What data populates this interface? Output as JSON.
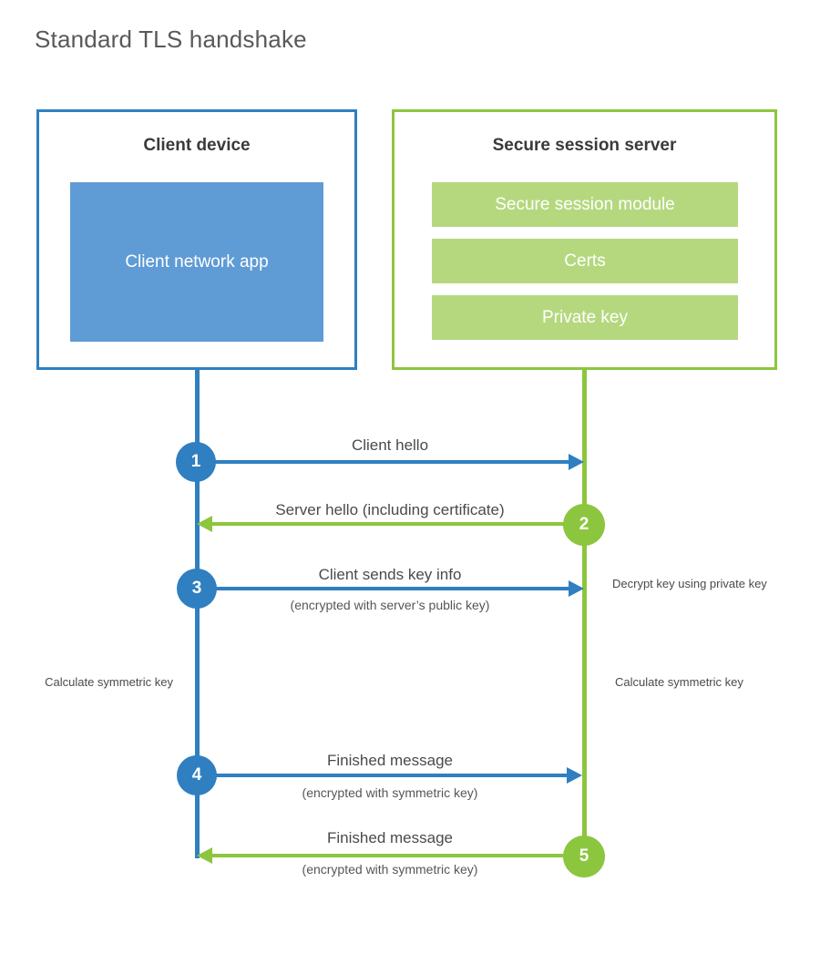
{
  "title": "Standard TLS handshake",
  "colors": {
    "client_blue": "#2f7fc1",
    "client_app_blue": "#5f9bd5",
    "server_green": "#8cc63e",
    "server_bar_green": "#b5d87f",
    "text_dark": "#3a3a3c",
    "text_body": "#4a4a4c",
    "background": "#ffffff"
  },
  "participants": {
    "client": {
      "title": "Client device",
      "component": "Client network app"
    },
    "server": {
      "title": "Secure session server",
      "components": [
        "Secure session module",
        "Certs",
        "Private key"
      ]
    }
  },
  "steps": [
    {
      "number": "1",
      "direction": "client-to-server",
      "color": "blue",
      "primary": "Client hello",
      "secondary": ""
    },
    {
      "number": "2",
      "direction": "server-to-client",
      "color": "green",
      "primary": "Server hello (including certificate)",
      "secondary": ""
    },
    {
      "number": "3",
      "direction": "client-to-server",
      "color": "blue",
      "primary": "Client sends key info",
      "secondary": "(encrypted with server’s public key)"
    },
    {
      "number": "4",
      "direction": "client-to-server",
      "color": "blue",
      "primary": "Finished message",
      "secondary": "(encrypted with symmetric key)"
    },
    {
      "number": "5",
      "direction": "server-to-client",
      "color": "green",
      "primary": "Finished message",
      "secondary": "(encrypted with symmetric key)"
    }
  ],
  "notes": {
    "decrypt": "Decrypt key using private key",
    "calculate_client": "Calculate symmetric key",
    "calculate_server": "Calculate symmetric key"
  }
}
